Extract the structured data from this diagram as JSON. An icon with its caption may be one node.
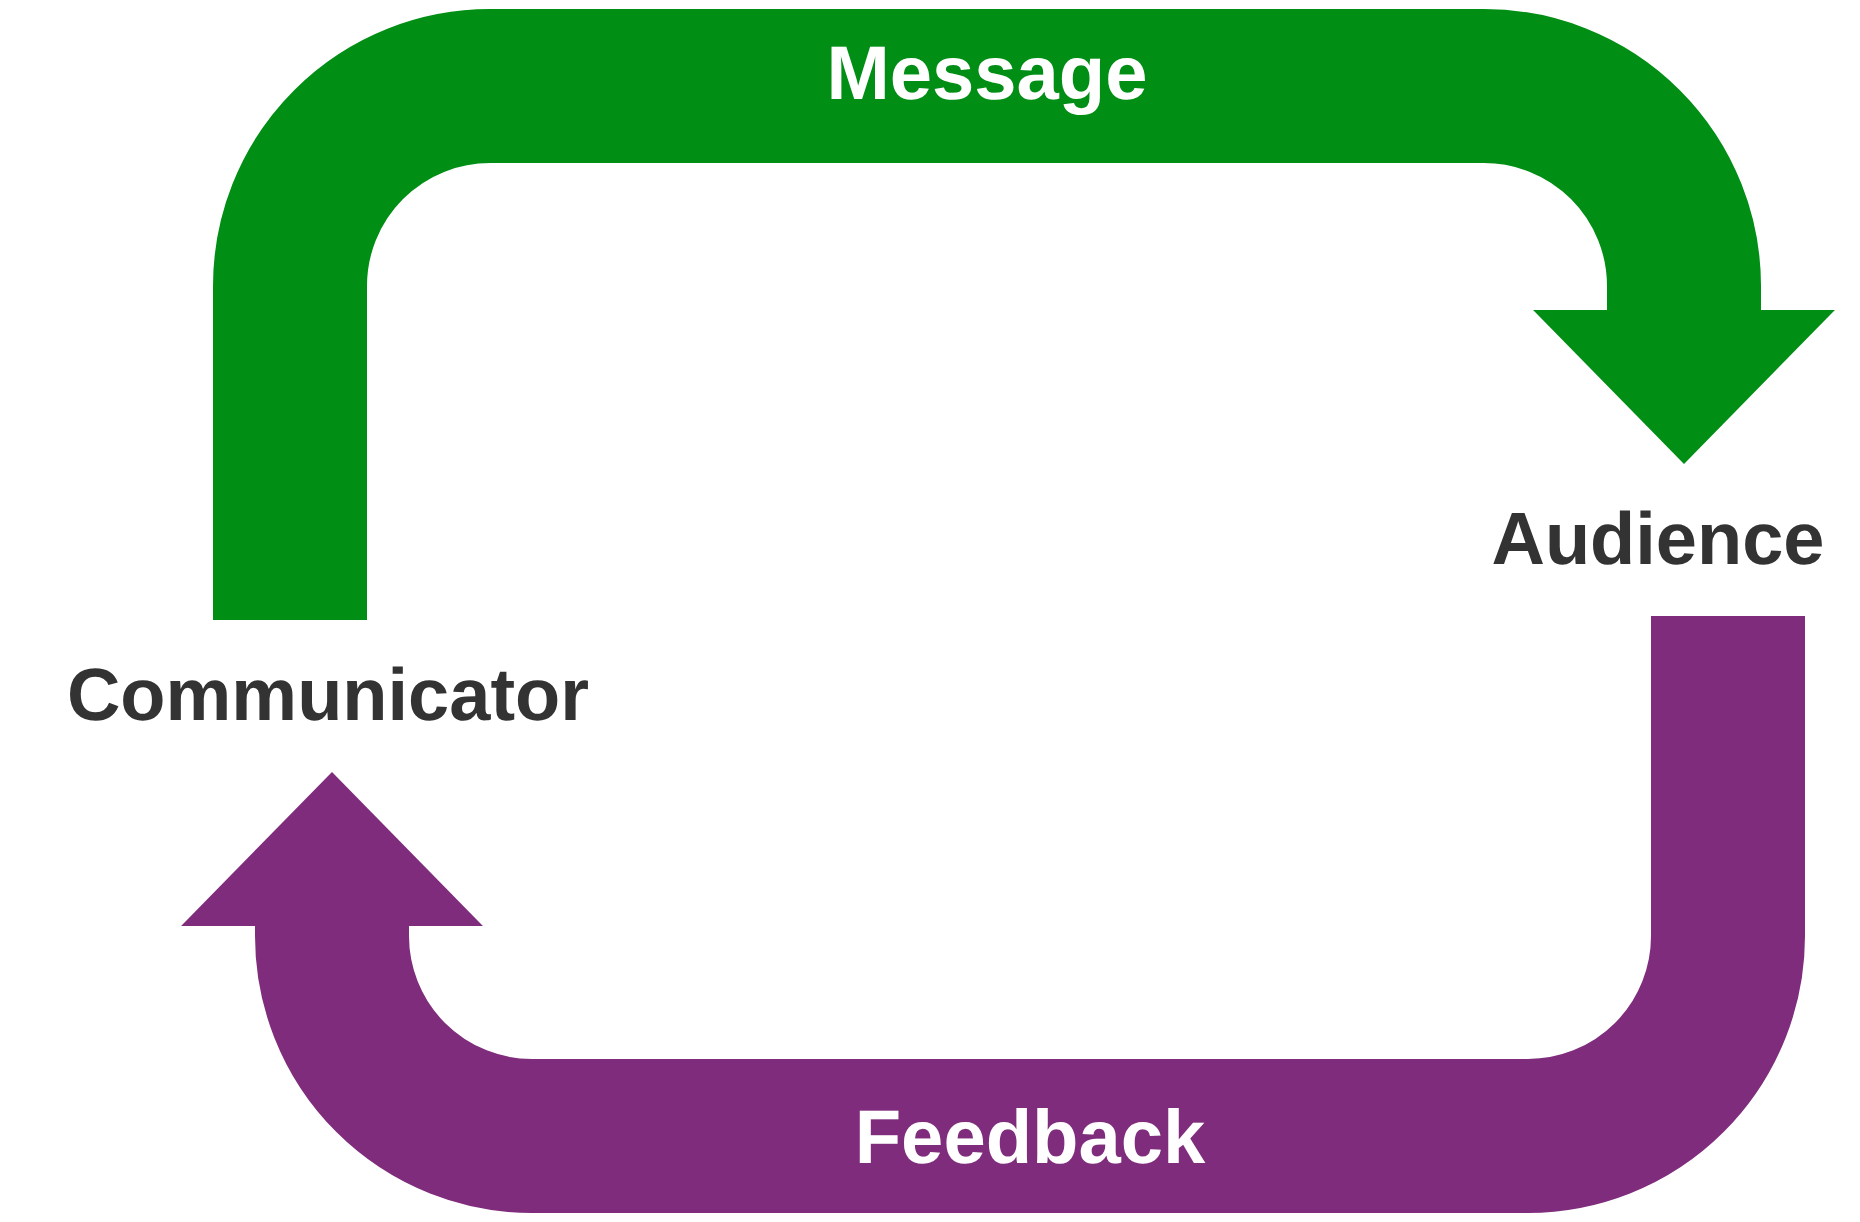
{
  "diagram": {
    "nodes": [
      {
        "text": [
          "Communicator"
        ]
      },
      {
        "text": [
          "Audience"
        ]
      }
    ],
    "edges": [
      {
        "from": 0,
        "to": 1,
        "arrow": "to",
        "label": "Message",
        "color": "#008e14"
      },
      {
        "from": 1,
        "to": 0,
        "arrow": "to",
        "label": "Feedback",
        "color": "#7f2c7c"
      }
    ]
  }
}
